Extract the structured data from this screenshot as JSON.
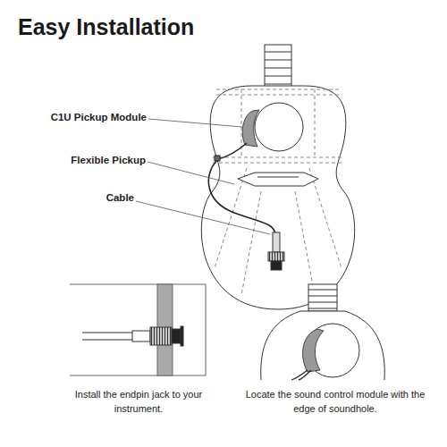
{
  "diagram": {
    "title": "Easy Installation",
    "labels": [
      "C1U Pickup Module",
      "Flexible Pickup",
      "Cable",
      "Install the endpin jack to your instrument.",
      "Locate the sound control module with the edge of soundhole."
    ]
  }
}
